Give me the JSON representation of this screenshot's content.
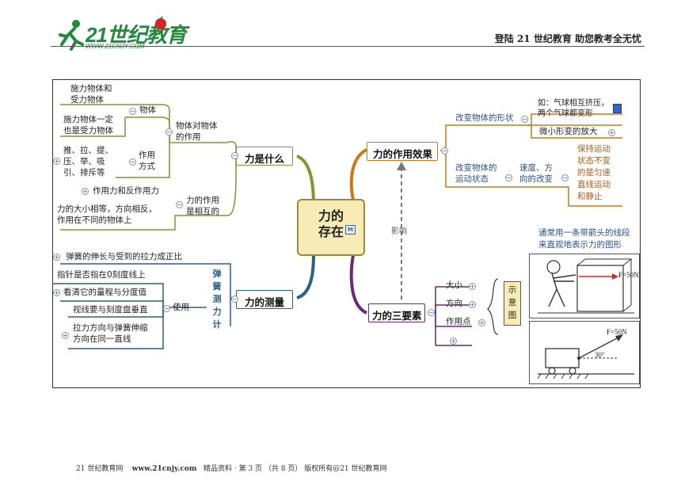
{
  "header": {
    "logo_main": "21世纪教育",
    "logo_sub": "WWW.21CNJY.COM",
    "slogan": "登陆 21 世纪教育    助您教考全无忧"
  },
  "map": {
    "center": "力的\n存在",
    "center_badge": "M",
    "connector_label": "影响",
    "branches": {
      "what": {
        "title": "力是什么",
        "object_group": "物体",
        "object_children": [
          "施力物体和\n受力物体",
          "施力物体一定\n也是受力物体"
        ],
        "effect_group": "物体对物体\n的作用",
        "method_group": "作用\n方式",
        "method_child": "推、拉、提、\n压、举、吸\n引、排斥等",
        "mutual_group": "力的作用\n是相互的",
        "mutual_child1": "作用力和反作用力",
        "mutual_child2": "力的大小相等，方向相反，\n作用在不同的物体上"
      },
      "measure": {
        "title": "力的测量",
        "tool": "弹\n簧\n测\n力\n计",
        "principle": "弹簧的伸长与受到的拉力成正比",
        "use_group": "使用",
        "use_items": [
          "指针是否指在0刻度线上",
          "看清它的量程与分度值",
          "视线要与刻度盘垂直",
          "拉力方向与弹簧伸缩\n方向在同一直线"
        ]
      },
      "effect": {
        "title": "力的作用效果",
        "shape": "改变物体的形状",
        "shape_note": "如：气球相互挤压，\n两个气球都变形",
        "shape_child": "微小形变的放大",
        "motion": "改变物体的\n运动状态",
        "motion_child": "速度、方\n向的改变",
        "motion_note": "保持运动\n状态不变\n的是匀速\n直线运动\n和静止"
      },
      "elements": {
        "title": "力的三要素",
        "items": [
          "大小",
          "方向",
          "作用点"
        ],
        "diagram_label": "示\n意\n图",
        "diagram_desc": "通常用一条带箭头的线段\n来直观地表示力的图形",
        "illus_force1": "F=50N",
        "illus_force2": "F=50N",
        "illus_angle": "30°"
      }
    }
  },
  "footer": {
    "site": "21 世纪教育网",
    "url": "www.21cnjy.com",
    "info": "精品资料 · 第 3 页 （共 8 页） 版权所有@21 世纪教育网"
  },
  "colors": {
    "green": "#7a9a2f",
    "blue": "#2c5f8a",
    "orange": "#c77a1a",
    "purple": "#6a2a7a",
    "center_fill": "#f8ecb6"
  }
}
